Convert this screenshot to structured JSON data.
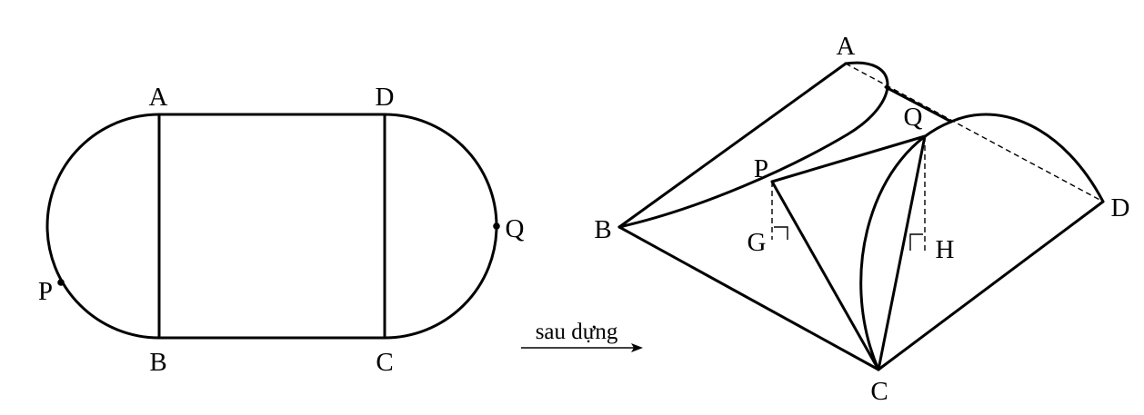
{
  "left_figure": {
    "labels": {
      "A": "A",
      "B": "B",
      "C": "C",
      "D": "D",
      "P": "P",
      "Q": "Q"
    }
  },
  "arrow": {
    "caption": "sau dựng"
  },
  "right_figure": {
    "labels": {
      "A": "A",
      "B": "B",
      "C": "C",
      "D": "D",
      "P": "P",
      "Q": "Q",
      "G": "G",
      "H": "H"
    }
  }
}
